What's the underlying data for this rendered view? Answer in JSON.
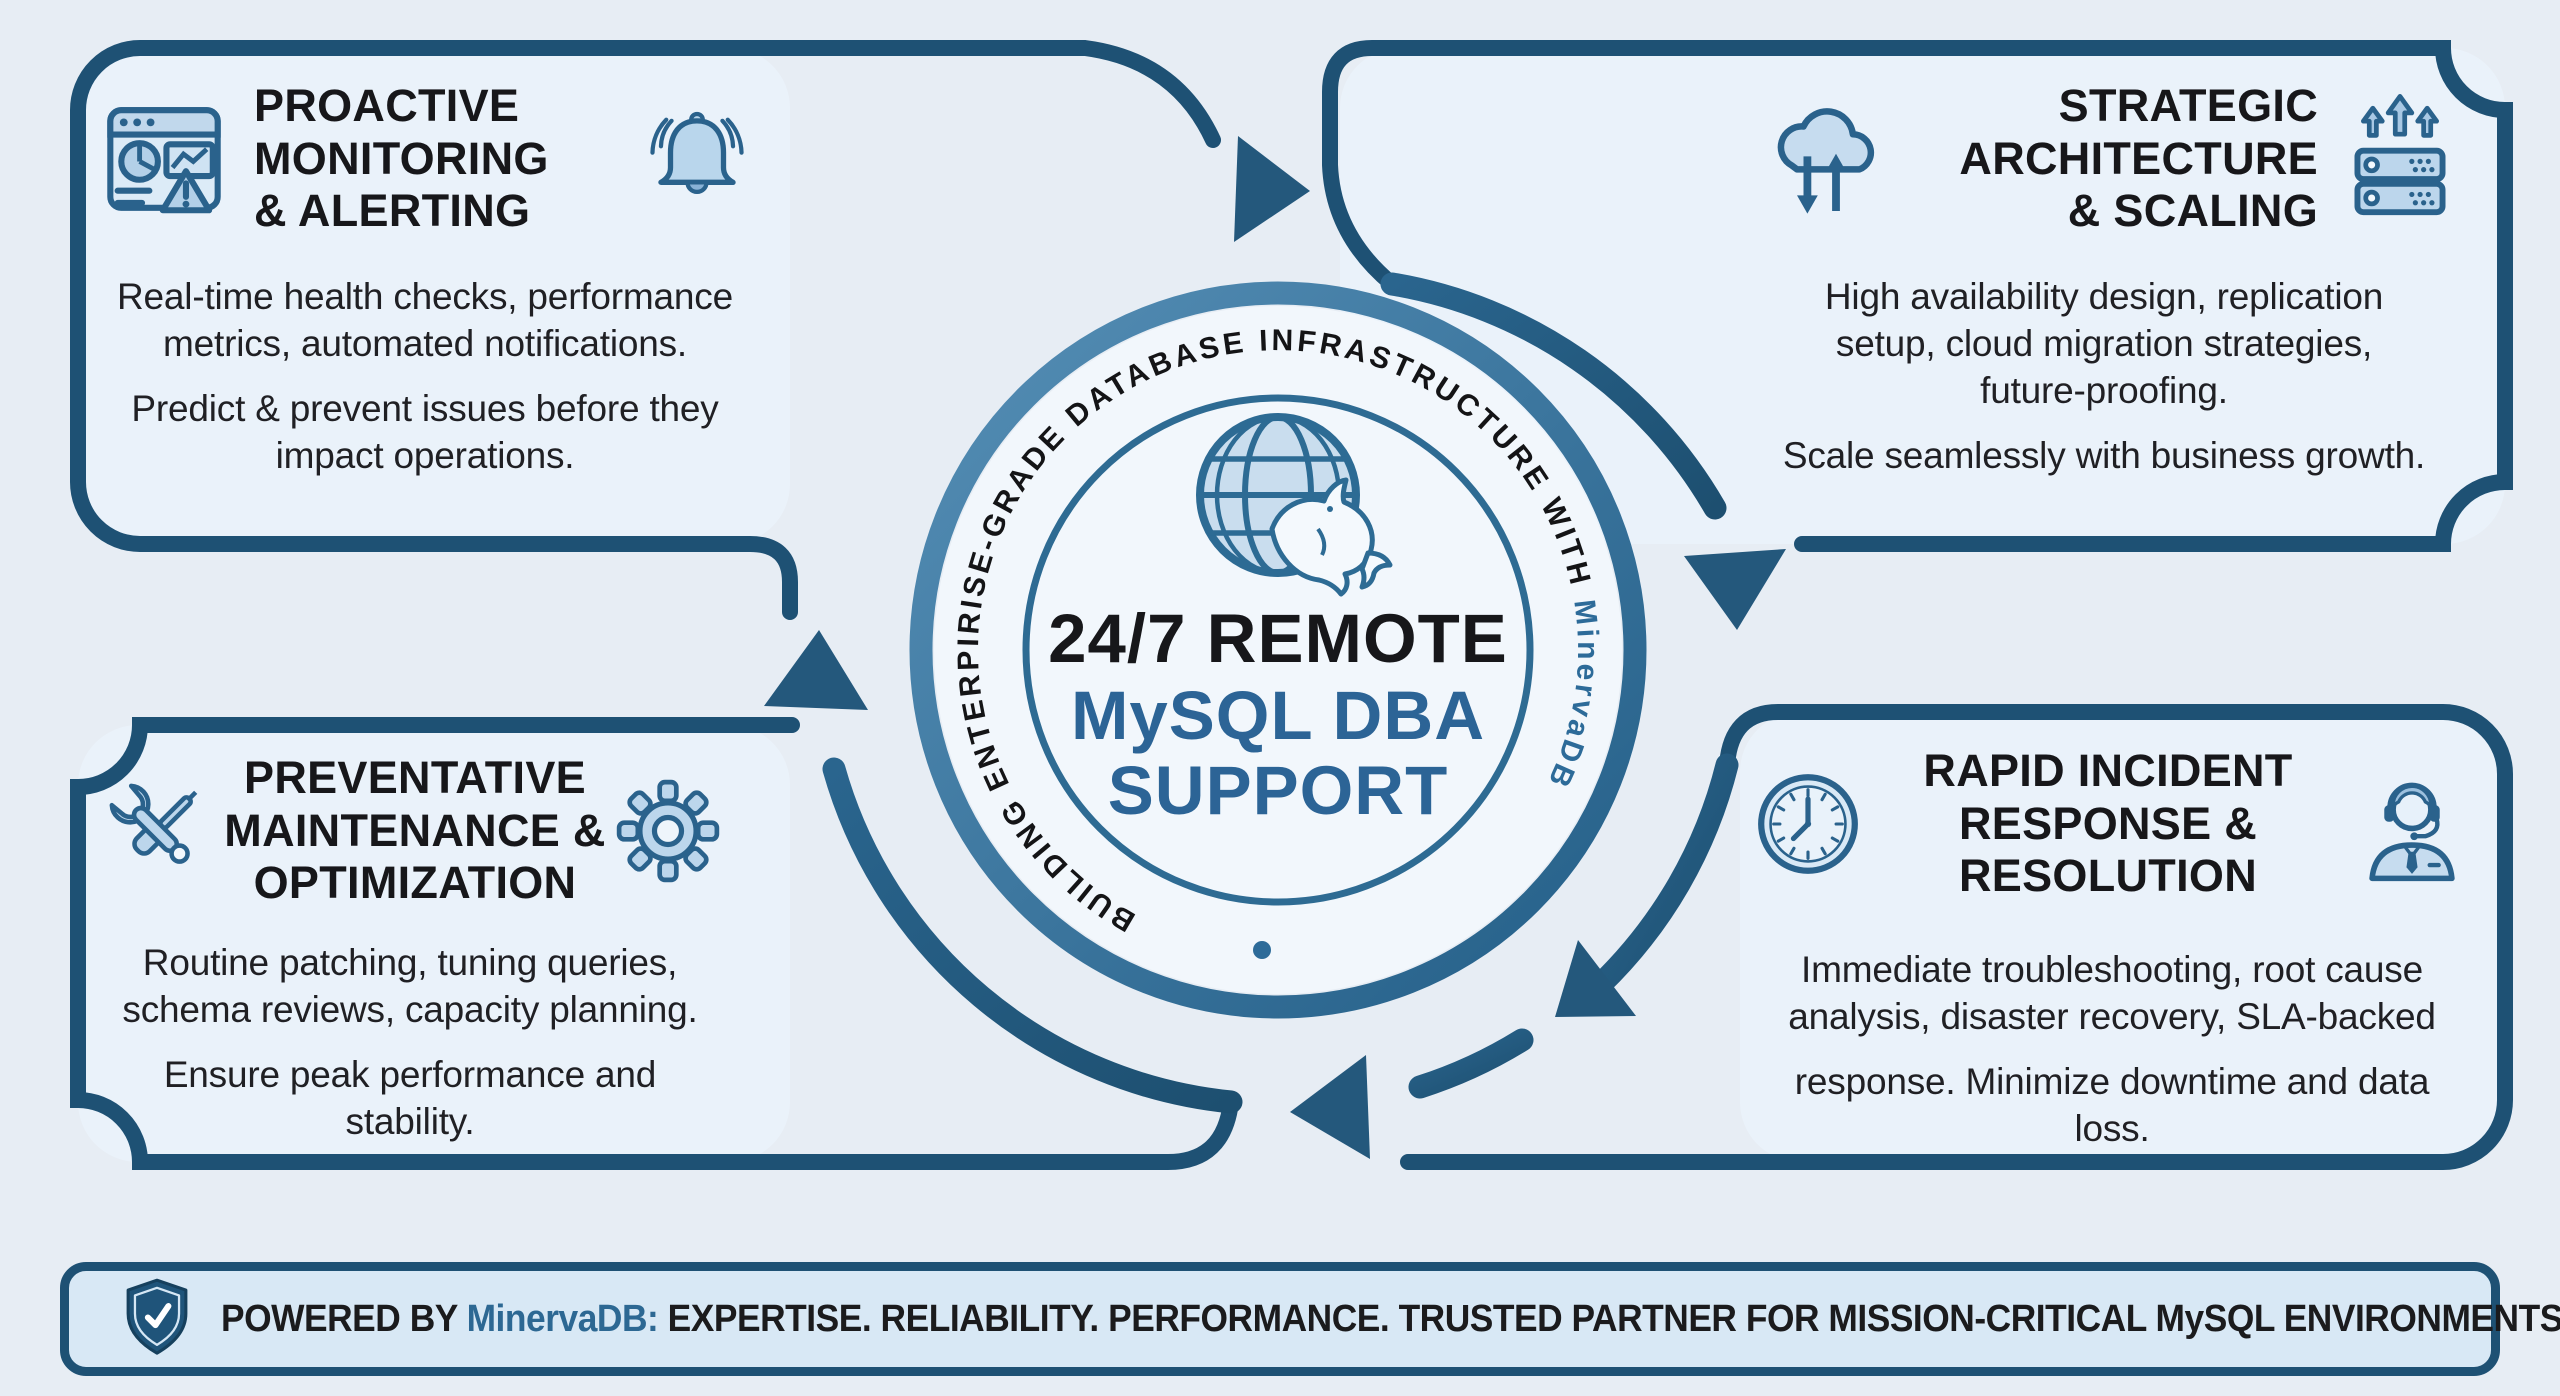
{
  "page": {
    "background": "#e7edf4"
  },
  "colors": {
    "navy_border": "#1e5174",
    "arrow_navy": "#245a7e",
    "ring_steel": "#336d96",
    "icon_stroke": "#2a628c",
    "accent_blue": "#2d6893",
    "card_fill": "#eaf2fa",
    "banner_fill": "#d8e8f5",
    "text_dark": "#1b1b1d"
  },
  "center": {
    "globe_icon": "globe-with-mysql-dolphin",
    "ring_text_black": "BUILDING ENTERPIRISE-GRADE DATABASE INFRASTRUCTURE WITH ",
    "ring_text_brand": "MinervaDB",
    "title_line1": "24/7 REMOTE",
    "title_line2": "MySQL DBA",
    "title_line3": "SUPPORT"
  },
  "quadrants": [
    {
      "position": "top-left",
      "icon_left": "monitoring-dashboard-icon",
      "icon_right": "alert-bell-icon",
      "title_lines": [
        "PROACTIVE",
        "MONITORING",
        "& ALERTING"
      ],
      "body_lines": [
        "Real-time health checks, performance",
        "metrics, automated notifications.",
        "Predict & prevent issues before they",
        "impact operations."
      ]
    },
    {
      "position": "top-right",
      "icon_left": "cloud-sync-icon",
      "icon_right": "server-scaling-icon",
      "title_lines": [
        "STRATEGIC",
        "ARCHITECTURE",
        "& SCALING"
      ],
      "body_lines": [
        "High availability design, replication",
        "setup, cloud migration strategies,",
        "future-proofing.",
        "Scale seamlessly with business growth."
      ]
    },
    {
      "position": "bottom-left",
      "icon_left": "wrench-screwdriver-icon",
      "icon_right": "gear-icon",
      "title_lines": [
        "PREVENTATIVE",
        "MAINTENANCE &",
        "OPTIMIZATION"
      ],
      "body_lines": [
        "Routine patching, tuning queries,",
        "schema reviews, capacity planning.",
        "Ensure peak performance and stability."
      ]
    },
    {
      "position": "bottom-right",
      "icon_left": "clock-icon",
      "icon_right": "support-agent-icon",
      "title_lines": [
        "RAPID INCIDENT",
        "RESPONSE &",
        "RESOLUTION"
      ],
      "body_lines": [
        "Immediate troubleshooting, root cause",
        "analysis, disaster recovery, SLA-backed",
        "response. Minimize downtime and data loss."
      ]
    }
  ],
  "banner": {
    "icon": "shield-check-icon",
    "prefix": "POWERED BY ",
    "brand": "MinervaDB:",
    "message": " EXPERTISE. RELIABILITY. PERFORMANCE. TRUSTED PARTNER FOR MISSION-CRITICAL MySQL ENVIRONMENTS."
  }
}
